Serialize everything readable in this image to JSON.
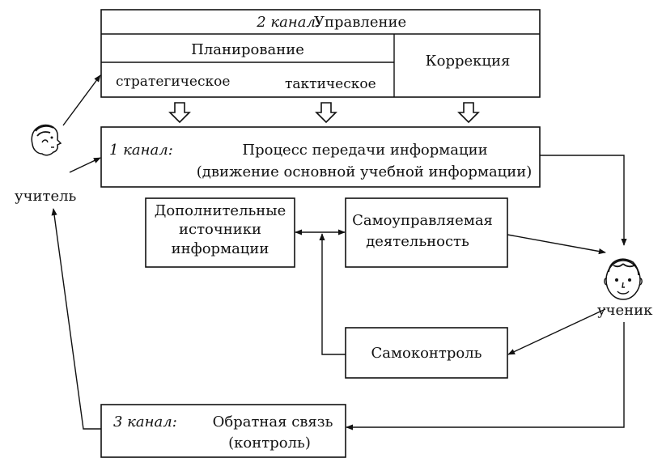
{
  "channel2": {
    "channel_label": "2 канал:",
    "title": "Управление",
    "planning": "Планирование",
    "strategic": "стратегическое",
    "tactical": "тактическое",
    "correction": "Коррекция"
  },
  "channel1": {
    "channel_label": "1 канал:",
    "line1": "Процесс передачи информации",
    "line2": "(движение основной учебной информации)"
  },
  "additional_sources": {
    "line1": "Дополнительные",
    "line2": "источники",
    "line3": "информации"
  },
  "self_managed": {
    "line1": "Самоуправляемая",
    "line2": "деятельность"
  },
  "self_control": {
    "label": "Самоконтроль"
  },
  "channel3": {
    "channel_label": "3 канал:",
    "line1": "Обратная связь",
    "line2": "(контроль)"
  },
  "actors": {
    "teacher": "учитель",
    "student": "ученик"
  },
  "icons": {
    "teacher": "teacher-face-icon",
    "student": "student-face-icon"
  }
}
